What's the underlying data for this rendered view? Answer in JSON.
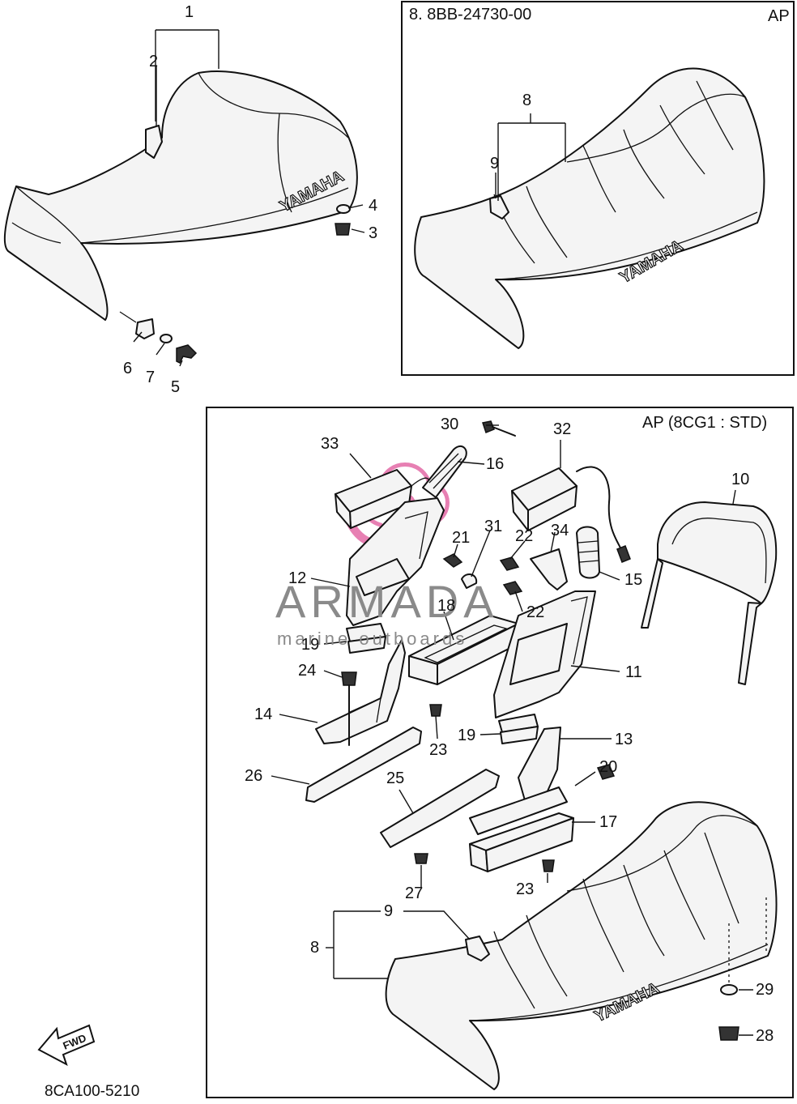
{
  "diagram": {
    "box_a": {
      "title": "8. 8BB-24730-00",
      "tag": "AP"
    },
    "box_b": {
      "tag": "AP (8CG1 : STD)"
    },
    "brand_text": "YAMAHA",
    "fwd_text": "FWD",
    "footer_code": "8CA100-5210",
    "watermark": {
      "main": "ARMADA",
      "sub": "marine outboards",
      "accent_color": "#e36aa6",
      "text_color": "#8a8a8a"
    },
    "callouts": {
      "c1": "1",
      "c2": "2",
      "c3": "3",
      "c4": "4",
      "c5": "5",
      "c6": "6",
      "c7": "7",
      "c8a": "8",
      "c9a": "9",
      "c10": "10",
      "c11": "11",
      "c12": "12",
      "c13": "13",
      "c14": "14",
      "c15": "15",
      "c16": "16",
      "c17": "17",
      "c18": "18",
      "c19a": "19",
      "c19b": "19",
      "c20": "20",
      "c21": "21",
      "c22a": "22",
      "c22b": "22",
      "c23a": "23",
      "c23b": "23",
      "c24": "24",
      "c25": "25",
      "c26": "26",
      "c27": "27",
      "c28": "28",
      "c29": "29",
      "c30": "30",
      "c31": "31",
      "c32": "32",
      "c33": "33",
      "c34": "34",
      "c8b": "8",
      "c9b": "9"
    }
  }
}
